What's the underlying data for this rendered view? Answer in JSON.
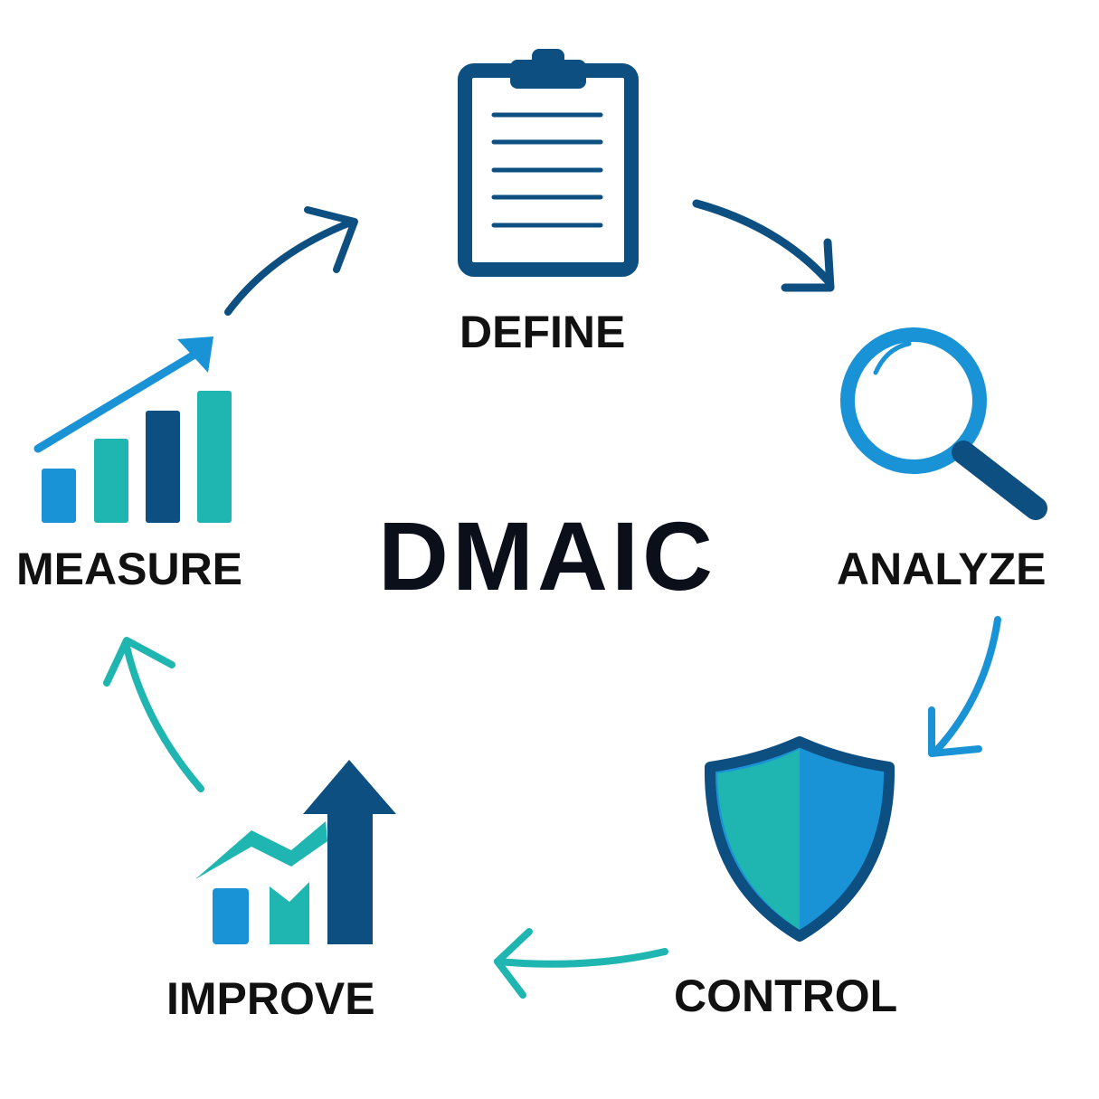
{
  "title": "DMAIC",
  "steps": [
    {
      "label": "DEFINE",
      "icon": "clipboard-icon"
    },
    {
      "label": "ANALYZE",
      "icon": "magnifier-icon"
    },
    {
      "label": "CONTROL",
      "icon": "shield-icon"
    },
    {
      "label": "IMPROVE",
      "icon": "growth-chart-icon"
    },
    {
      "label": "MEASURE",
      "icon": "bar-chart-icon"
    }
  ],
  "colors": {
    "dark_blue": "#0d4f80",
    "blue": "#1a93d6",
    "teal": "#1fb5b0",
    "text": "#111111"
  }
}
